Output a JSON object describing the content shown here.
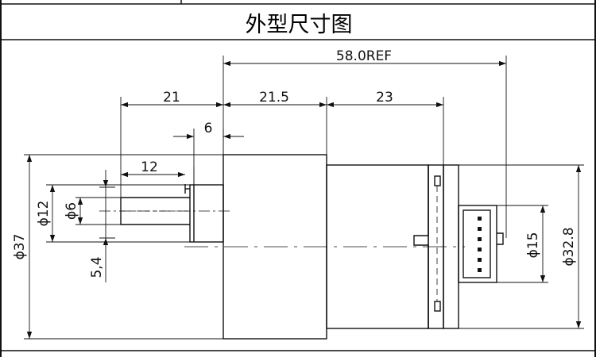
{
  "title": "外型尺寸图",
  "dimensions": {
    "overall_length": "58.0REF",
    "shaft_length": "21",
    "gearbox_length": "21.5",
    "motor_length": "23",
    "boss_length": "6",
    "flat_length": "12",
    "boss_diameter": "ϕ12",
    "shaft_diameter": "ϕ6",
    "flat_depth": "5,4",
    "gearbox_diameter": "ϕ37",
    "endcap_diameter": "ϕ15",
    "motor_diameter": "ϕ32.8"
  }
}
